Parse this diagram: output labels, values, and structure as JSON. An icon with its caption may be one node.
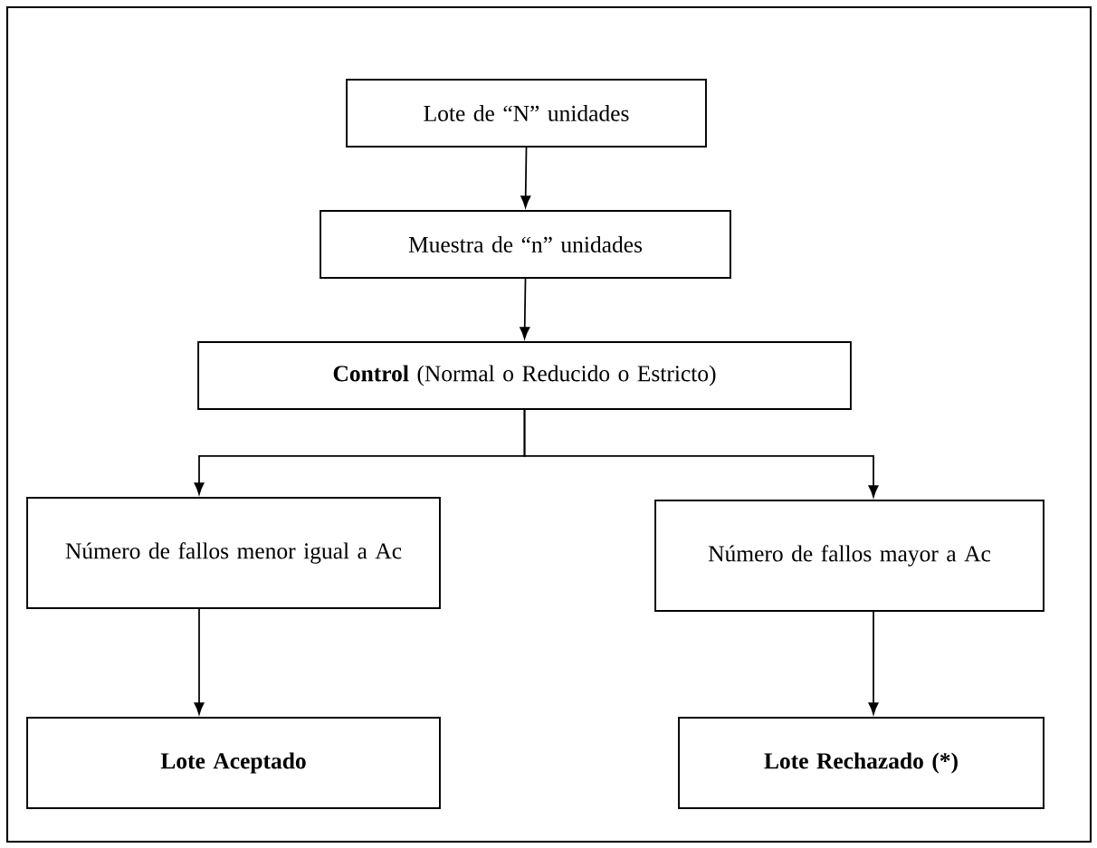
{
  "diagram": {
    "nodes": [
      {
        "text": [
          "Lote de “N” unidades"
        ]
      },
      {
        "text": [
          "Muestra de “n” unidades"
        ]
      },
      {
        "text": [
          "**Control** (Normal o Reducido o Estricto)"
        ]
      },
      {
        "text": [
          "Número de fallos menor igual a Ac"
        ]
      },
      {
        "text": [
          "Número de fallos mayor a Ac"
        ]
      },
      {
        "text": [
          "Lote Aceptado"
        ]
      },
      {
        "text": [
          "Lote Rechazado (*)"
        ]
      }
    ],
    "edges": [
      {
        "from": 0,
        "to": 1,
        "arrow": "to"
      },
      {
        "from": 1,
        "to": 2,
        "arrow": "to"
      },
      {
        "from": 2,
        "to": 3,
        "arrow": "to"
      },
      {
        "from": 2,
        "to": 4,
        "arrow": "to"
      },
      {
        "from": 3,
        "to": 5,
        "arrow": "to"
      },
      {
        "from": 4,
        "to": 6,
        "arrow": "to"
      }
    ]
  }
}
